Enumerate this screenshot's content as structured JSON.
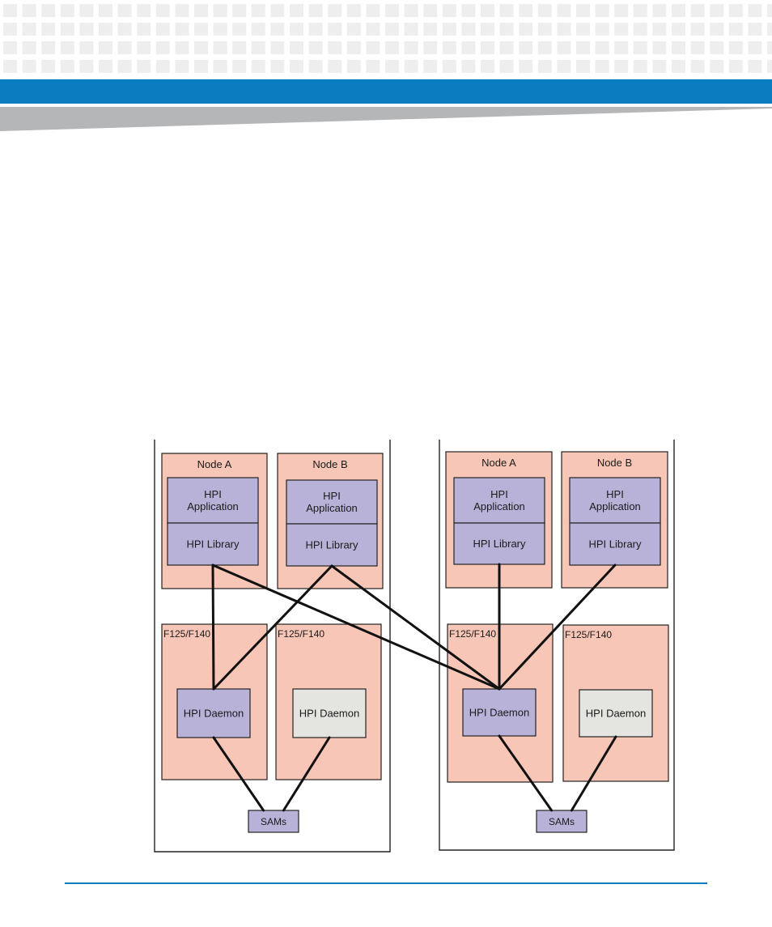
{
  "colors": {
    "header_tile": "#eeeeee",
    "brand_blue": "#0a7dc1",
    "swoosh_grey": "#b5b6b8",
    "node_fill": "#f7c6b6",
    "component_fill": "#b8b2d8",
    "inactive_fill": "#e4e4e0",
    "outline": "#222222"
  },
  "diagram": {
    "groups": [
      {
        "nodes": [
          {
            "label": "Node A",
            "application": "HPI\nApplication",
            "library": "HPI Library"
          },
          {
            "label": "Node B",
            "application": "HPI\nApplication",
            "library": "HPI Library"
          }
        ],
        "blades": [
          {
            "label": "F125/F140",
            "daemon": "HPI Daemon",
            "active": true
          },
          {
            "label": "F125/F140",
            "daemon": "HPI Daemon",
            "active": false
          }
        ],
        "sams": "SAMs"
      },
      {
        "nodes": [
          {
            "label": "Node A",
            "application": "HPI\nApplication",
            "library": "HPI Library"
          },
          {
            "label": "Node B",
            "application": "HPI\nApplication",
            "library": "HPI Library"
          }
        ],
        "blades": [
          {
            "label": "F125/F140",
            "daemon": "HPI Daemon",
            "active": true
          },
          {
            "label": "F125/F140",
            "daemon": "HPI Daemon",
            "active": false
          }
        ],
        "sams": "SAMs"
      }
    ]
  }
}
